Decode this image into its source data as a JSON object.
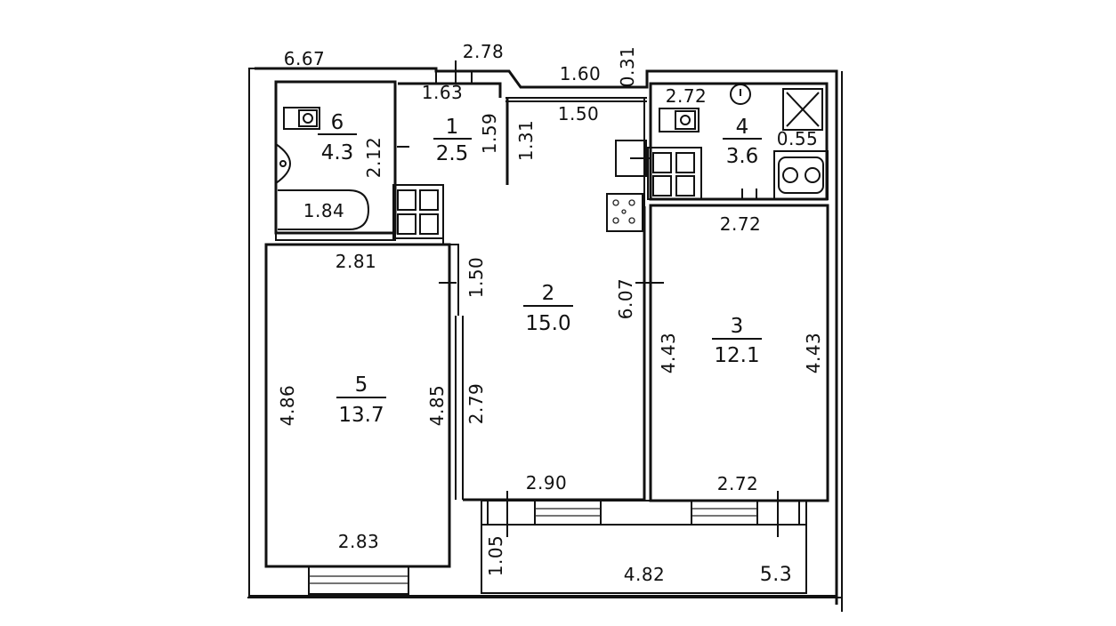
{
  "plan": {
    "rooms": [
      {
        "id": "r1",
        "number": "1",
        "area": "2.5"
      },
      {
        "id": "r2",
        "number": "2",
        "area": "15.0"
      },
      {
        "id": "r3",
        "number": "3",
        "area": "12.1"
      },
      {
        "id": "r4",
        "number": "4",
        "area": "3.6"
      },
      {
        "id": "r5",
        "number": "5",
        "area": "13.7"
      },
      {
        "id": "r6",
        "number": "6",
        "area": "4.3"
      }
    ],
    "dimensions": {
      "d_667": "6.67",
      "d_278": "2.78",
      "d_031": "0.31",
      "d_160": "1.60",
      "d_163": "1.63",
      "d_159": "1.59",
      "d_131": "1.31",
      "d_150_top": "1.50",
      "d_212": "2.12",
      "d_184": "1.84",
      "d_272_k": "2.72",
      "d_055": "0.55",
      "d_272_r3": "2.72",
      "d_281": "2.81",
      "d_150_side": "1.50",
      "d_607": "6.07",
      "d_443_l": "4.43",
      "d_443_r": "4.43",
      "d_486": "4.86",
      "d_485": "4.85",
      "d_279": "2.79",
      "d_290": "2.90",
      "d_272_b": "2.72",
      "d_283": "2.83",
      "d_105": "1.05",
      "d_482": "4.82",
      "d_53": "5.3"
    }
  }
}
